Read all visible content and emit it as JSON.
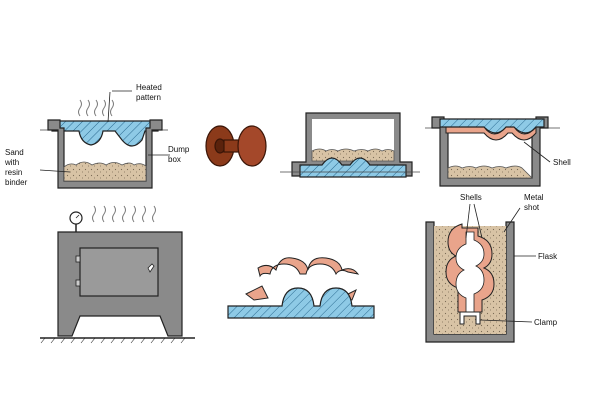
{
  "labels": {
    "heated_pattern_line1": "Heated",
    "heated_pattern_line2": "pattern",
    "sand_line1": "Sand",
    "sand_line2": "with",
    "sand_line3": "resin",
    "sand_line4": "binder",
    "dump_box_line1": "Dump",
    "dump_box_line2": "box",
    "shell_right": "Shell",
    "shells": "Shells",
    "metal_shot_line1": "Metal",
    "metal_shot_line2": "shot",
    "flask": "Flask",
    "clamp": "Clamp"
  },
  "colors": {
    "pattern_blue": "#8ecae6",
    "sand": "#d8c3a5",
    "shell": "#e9a48b",
    "oven": "#8a8a8a",
    "outline": "#222222",
    "part": "#8b3a1a"
  }
}
